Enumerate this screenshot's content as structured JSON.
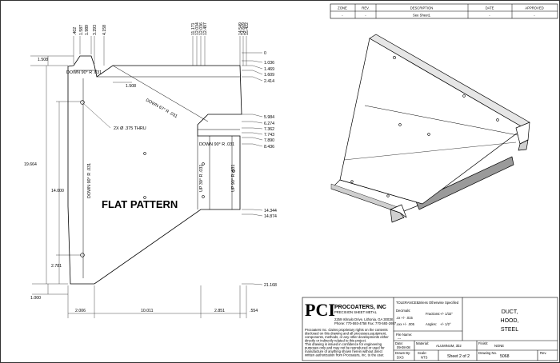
{
  "revision_table": {
    "headers": [
      "ZONE",
      "REV.",
      "DESCRIPTION",
      "DATE",
      "APPROVED"
    ],
    "row": [
      "-",
      "-",
      "See Sheet1",
      "-",
      "-"
    ]
  },
  "flat_pattern": {
    "label": "FLAT PATTERN",
    "top_dims": [
      ".402",
      "1.587",
      "1.989",
      "3.293",
      "4.158"
    ],
    "top_dims_right": [
      "11.171",
      "12.034",
      "12.036",
      "12.497",
      "14.549",
      "14.669",
      "15.422"
    ],
    "right_dims": [
      "0",
      "1.036",
      "1.469",
      "1.609",
      "2.414",
      "5.984",
      "6.274",
      "7.362",
      "7.743",
      "7.890",
      "8.436",
      "14.344",
      "14.874",
      "21.168"
    ],
    "left_dims": [
      "1.508",
      "19.664",
      "14.000",
      "2.781",
      "1.000"
    ],
    "bottom_dims": [
      "2.006",
      "10.011",
      "2.851",
      ".554"
    ],
    "inner_dim": "1.508",
    "bend_notes": {
      "down_top": "DOWN 90° R .031",
      "down_diag": "DOWN 67° R .031",
      "down_right": "DOWN 90° R .031",
      "down_left_vertical": "DOWN 90° R .031",
      "up_39": "UP 39° R .031",
      "up_90": "UP 90° R .031"
    },
    "hole_note": "2X Ø .375 THRU"
  },
  "title_block": {
    "company": "PROCOATERS, INC",
    "subtitle": "PRECISION SHEET METAL",
    "logo": "PCI",
    "address": "2259 Ishnalo Drive, Lithonia, GA 30038",
    "phone": "Phone: 770-593-4758 Fax: 770-593-2697",
    "disclaimer": [
      "Procoaters Inc. claims proprietary rights on the contents",
      "disclosed on this drawing and all processes,equipment,",
      "components, methods, or any other developments either",
      "directly or indirectly related to this project.",
      "This drawing is issued in confidence for engineering",
      "purposes only and may not be reproduced or used for",
      "manufacture of anything shown herein without direct",
      "written authorization from Procoaters, Inc. to the user."
    ],
    "tolerances_label": "TOLERANCES:",
    "tolerances_note": "Unless Otherwise Specified",
    "decimals_label": "Decimals:",
    "fractions_label": "Fractions:",
    "fractions_value": "+/- 1/32\"",
    "dec1": ".xx +/- .015",
    "dec2": ".xxx +/- .005",
    "angles_label": "Angles:",
    "angles_value": "+/- 1/2°",
    "file_name_label": "File Name:",
    "file_name_value": "---",
    "title_lines": [
      "DUCT,",
      "HOOD,",
      "STEEL"
    ],
    "date_label": "Date:",
    "date_value": "09-08-08",
    "drawn_label": "Drawn By:",
    "drawn_value": "DXS",
    "material_label": "Material:",
    "material_value": "ALUMINUM, 3b2",
    "scale_label": "Scale:",
    "scale_value": "NTS",
    "sheet_value": "Sheet 2 of 2",
    "finish_label": "Finish:",
    "finish_value": "NONE",
    "drawing_no_label": "Drawing No.",
    "drawing_no_value": "5068",
    "rev_label": "Rev."
  }
}
